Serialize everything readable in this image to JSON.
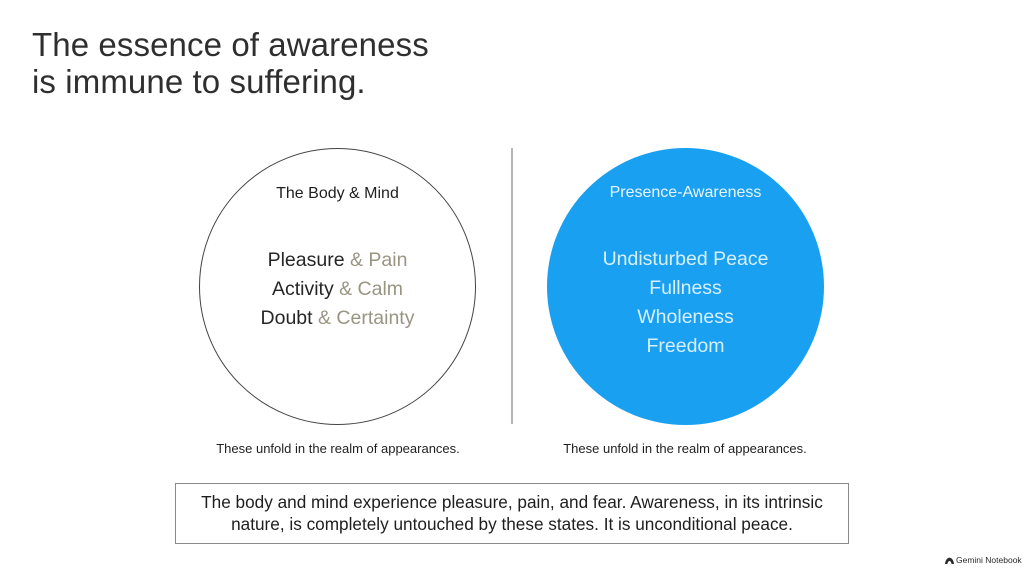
{
  "title": {
    "line1": "The essence of awareness",
    "line2": "is immune to suffering."
  },
  "left_circle": {
    "heading": "The Body & Mind",
    "pairs": [
      {
        "primary": "Pleasure",
        "secondary": "& Pain"
      },
      {
        "primary": "Activity",
        "secondary": "& Calm"
      },
      {
        "primary": "Doubt",
        "secondary": "& Certainty"
      }
    ],
    "caption": "These unfold in the realm of appearances."
  },
  "right_circle": {
    "heading": "Presence-Awareness",
    "items": [
      "Undisturbed Peace",
      "Fullness",
      "Wholeness",
      "Freedom"
    ],
    "caption": "These unfold in the realm of appearances."
  },
  "summary": {
    "line1": "The body and mind experience pleasure, pain, and fear. Awareness, in its intrinsic",
    "line2": "nature, is completely untouched by these states. It is unconditional peace."
  },
  "watermark": {
    "icon": "gemini-notebook-icon",
    "text": "Gemini Notebook"
  },
  "colors": {
    "awareness_circle": "#1aa0f0",
    "secondary_text": "#9a9483",
    "outline": "#444444"
  }
}
